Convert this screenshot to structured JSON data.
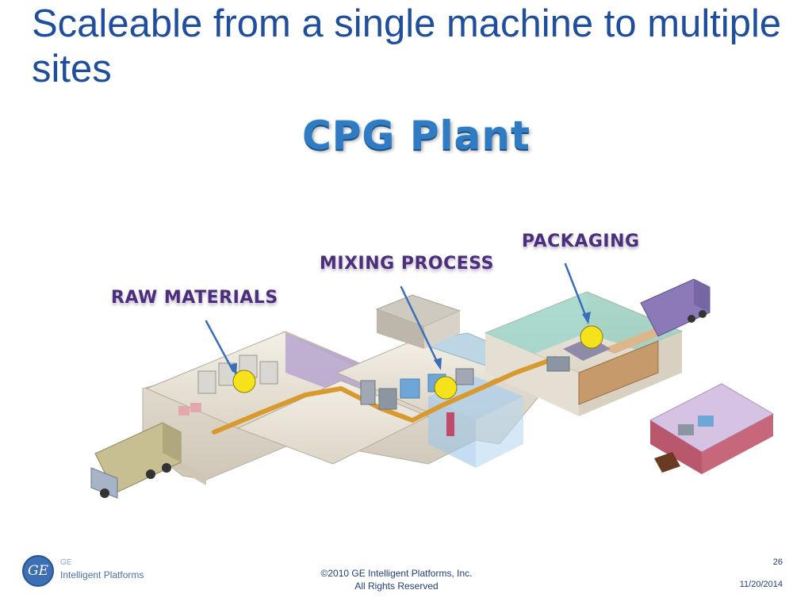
{
  "slide": {
    "title": "Scaleable from a single machine to multiple sites"
  },
  "diagram": {
    "title": "CPG Plant",
    "labels": {
      "raw_materials": "RAW MATERIALS",
      "mixing_process": "MIXING PROCESS",
      "packaging": "PACKAGING"
    },
    "marker_color": "#f5e21a",
    "arrow_color": "#3a6fb8",
    "label_color": "#4c2f7a",
    "title_color": "#2f7cc5"
  },
  "footer": {
    "logo_ge": "GE",
    "logo_name": "Intelligent Platforms",
    "copyright_line1": "©2010 GE Intelligent Platforms, Inc.",
    "copyright_line2": "All Rights Reserved",
    "page_number": "26",
    "date": "11/20/2014"
  }
}
